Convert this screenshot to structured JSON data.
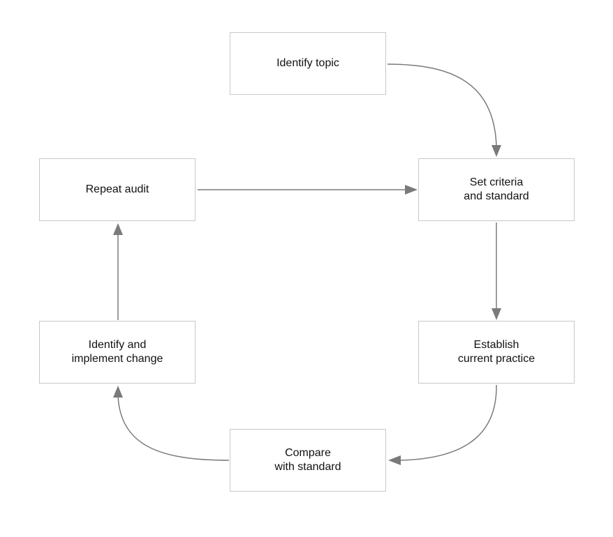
{
  "diagram": {
    "type": "cycle-flowchart",
    "nodes": [
      {
        "id": "identify-topic",
        "label": "Identify topic"
      },
      {
        "id": "set-criteria",
        "label": "Set criteria\nand standard"
      },
      {
        "id": "establish-practice",
        "label": "Establish\ncurrent practice"
      },
      {
        "id": "compare-standard",
        "label": "Compare\nwith standard"
      },
      {
        "id": "implement-change",
        "label": "Identify and\nimplement change"
      },
      {
        "id": "repeat-audit",
        "label": "Repeat audit"
      }
    ],
    "edges": [
      {
        "from": "identify-topic",
        "to": "set-criteria"
      },
      {
        "from": "set-criteria",
        "to": "establish-practice"
      },
      {
        "from": "establish-practice",
        "to": "compare-standard"
      },
      {
        "from": "compare-standard",
        "to": "implement-change"
      },
      {
        "from": "implement-change",
        "to": "repeat-audit"
      },
      {
        "from": "repeat-audit",
        "to": "set-criteria"
      }
    ],
    "colors": {
      "edge": "#7a7a7a",
      "node_border": "#c8c8c8",
      "text": "#111111"
    }
  }
}
